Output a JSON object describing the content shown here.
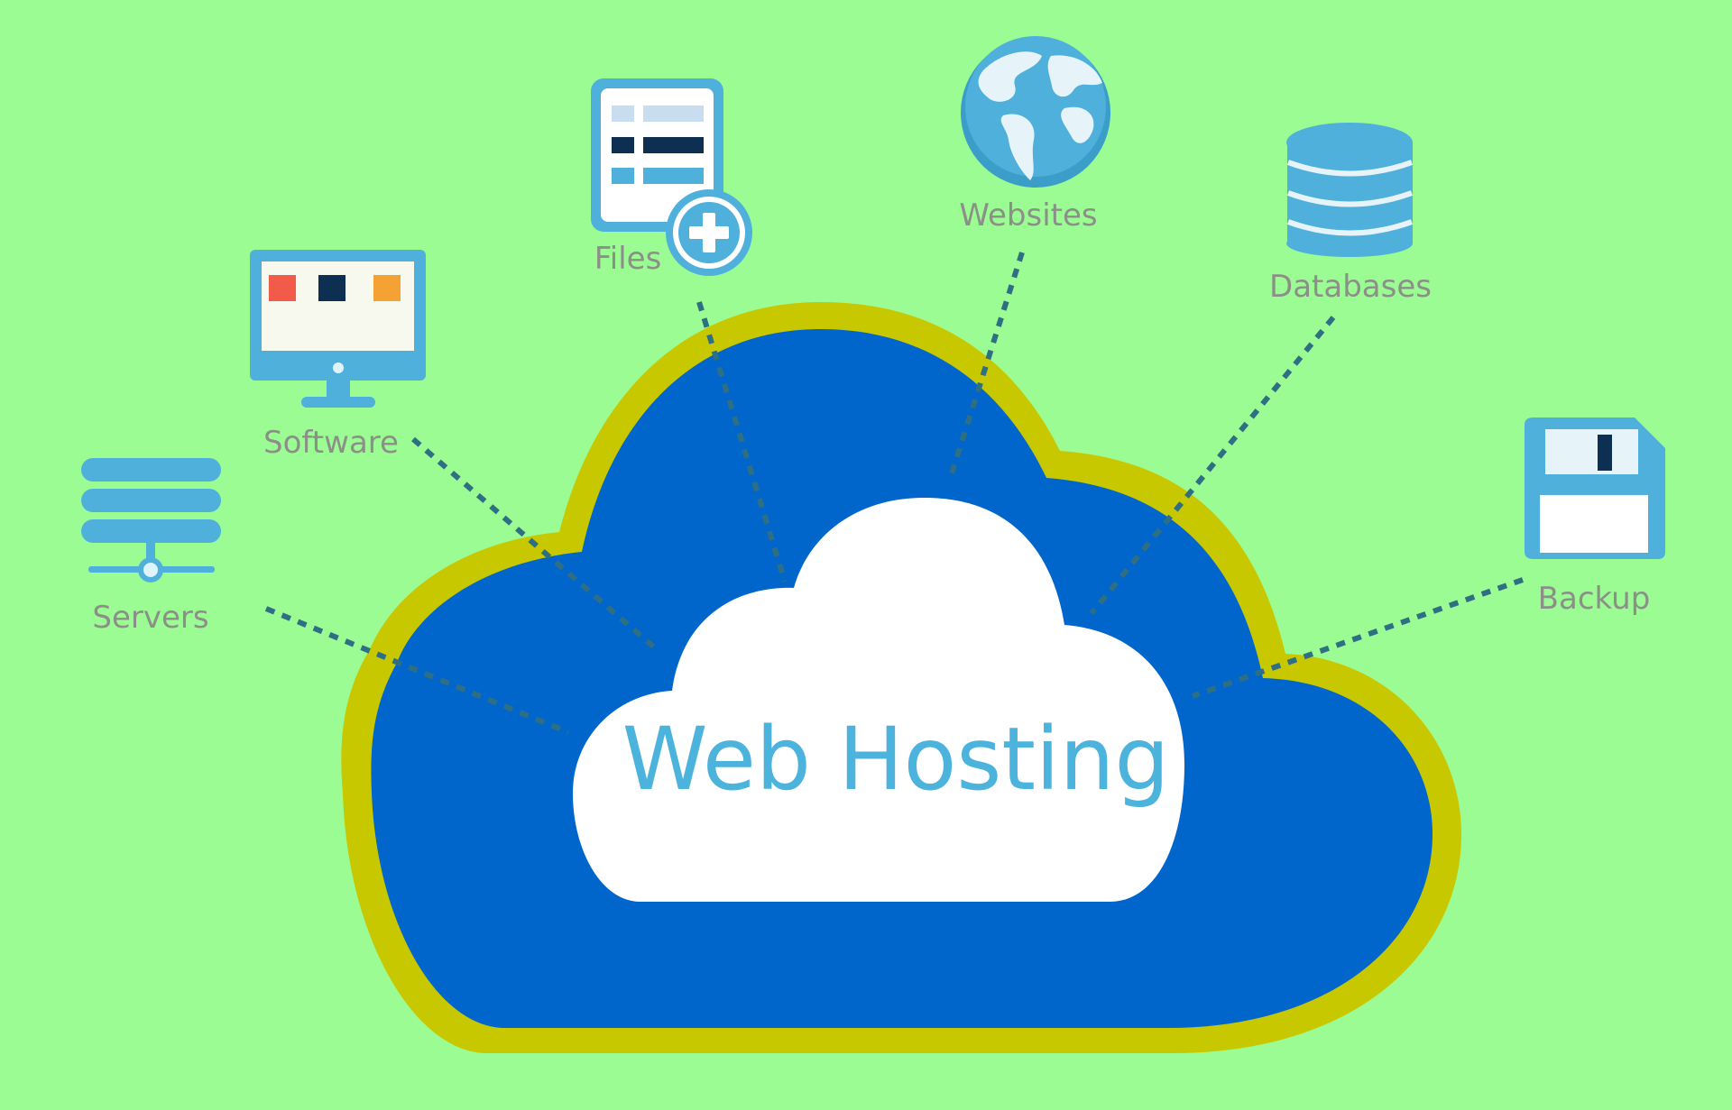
{
  "title": "Web Hosting",
  "items": [
    {
      "key": "servers",
      "label": "Servers",
      "icon": "servers-icon"
    },
    {
      "key": "software",
      "label": "Software",
      "icon": "monitor-icon"
    },
    {
      "key": "files",
      "label": "Files",
      "icon": "file-add-icon"
    },
    {
      "key": "websites",
      "label": "Websites",
      "icon": "globe-icon"
    },
    {
      "key": "databases",
      "label": "Databases",
      "icon": "database-icon"
    },
    {
      "key": "backup",
      "label": "Backup",
      "icon": "floppy-disk-icon"
    }
  ],
  "colors": {
    "background": "#9cfc94",
    "cloud_outer": "#c8c800",
    "cloud_main": "#0066cc",
    "cloud_inner": "#ffffff",
    "icon_blue": "#4fb0dc",
    "dash": "#2f6f83",
    "label": "#8b8f88",
    "title": "#4bb3dc"
  }
}
